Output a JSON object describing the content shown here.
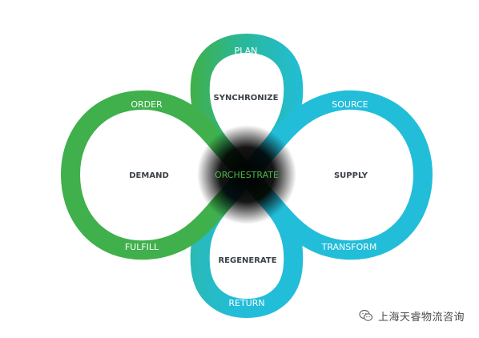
{
  "diagram": {
    "center": {
      "label": "ORCHESTRATE",
      "color": "#4db848"
    },
    "loop_labels": {
      "plan": "PLAN",
      "order": "ORDER",
      "source": "SOURCE",
      "fulfill": "FULFILL",
      "transform": "TRANSFORM",
      "return": "RETURN"
    },
    "inner_labels": {
      "demand": "DEMAND",
      "supply": "SUPPLY",
      "synchronize": "SYNCHRONIZE",
      "regenerate": "REGENERATE"
    },
    "colors": {
      "green": "#3fb04b",
      "teal": "#22bdd9",
      "center_dark": "#000000",
      "inner_text": "#3b4048"
    }
  },
  "watermark": {
    "text": "上海天睿物流咨询",
    "icon": "wechat-icon"
  }
}
